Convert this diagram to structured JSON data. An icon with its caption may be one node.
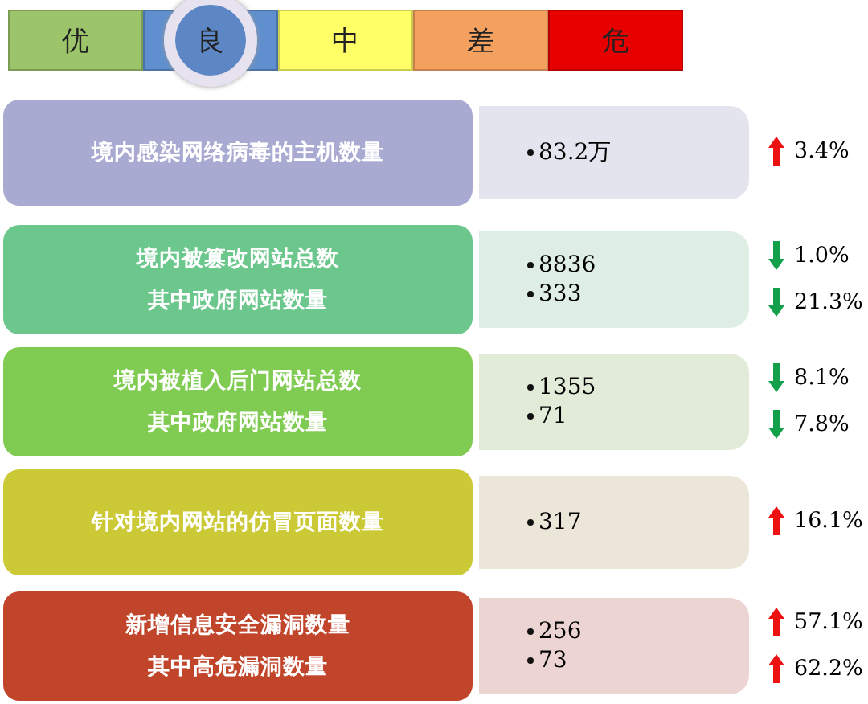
{
  "diagram": {
    "nodes": [
      {
        "text": [
          "优"
        ]
      },
      {
        "text": [
          "良"
        ]
      },
      {
        "text": [
          "中"
        ]
      },
      {
        "text": [
          "差"
        ]
      },
      {
        "text": [
          "危"
        ]
      },
      {
        "text": [
          "境内感染网络病毒的主机数量"
        ]
      },
      {
        "text": [
          "83.2万"
        ],
        "beside": [
          "3.4%"
        ]
      },
      {
        "text": [
          "境内被篡改网站总数",
          "其中政府网站数量"
        ]
      },
      {
        "text": [
          "8836",
          "333"
        ],
        "beside": [
          "1.0%",
          "21.3%"
        ]
      },
      {
        "text": [
          "境内被植入后门网站总数",
          "其中政府网站数量"
        ]
      },
      {
        "text": [
          "1355",
          "71"
        ],
        "beside": [
          "8.1%",
          "7.8%"
        ]
      },
      {
        "text": [
          "针对境内网站的仿冒页面数量"
        ]
      },
      {
        "text": [
          "317"
        ],
        "beside": [
          "16.1%"
        ]
      },
      {
        "text": [
          "新增信息安全漏洞数量",
          "其中高危漏洞数量"
        ]
      },
      {
        "text": [
          "256",
          "73"
        ],
        "beside": [
          "57.1%",
          "62.2%"
        ]
      }
    ]
  }
}
